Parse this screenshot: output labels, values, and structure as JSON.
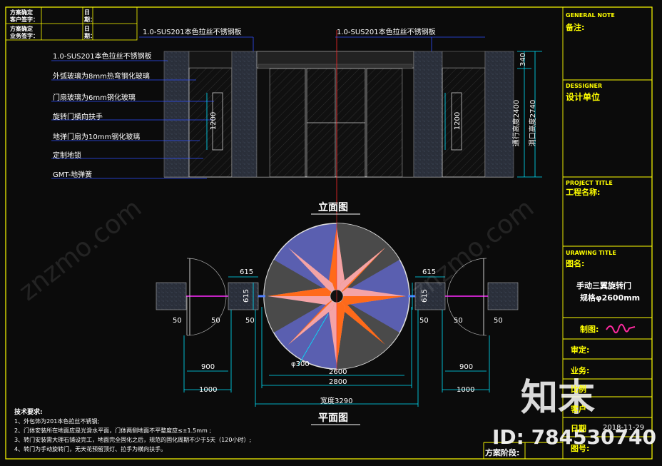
{
  "title_block": {
    "left_top": {
      "row1_label": "方案确定",
      "row1_mid": "日",
      "row2_label": "客户签字：",
      "row2_mid": "期：",
      "row3_label": "方案确定",
      "row3_mid": "日",
      "row4_label": "业务签字：",
      "row4_mid": "期："
    },
    "right": {
      "general_note_en": "GENERAL NOTE",
      "general_note_cn": "备注:",
      "designer_en": "DESSIGNER",
      "designer_cn": "设计单位",
      "project_en": "PROJECT TITLE",
      "project_cn": "工程名称:",
      "drawing_en": "URAWING TITLE",
      "drawing_cn": "图名:",
      "drawing_name_1": "手动三翼旋转门",
      "drawing_name_2": "规格φ2600mm",
      "drawn_label": "制图:",
      "review_label": "审定:",
      "business_label": "业务:",
      "scale_label": "比例",
      "client_label": "客户",
      "date_label": "日期",
      "date_value": "2018-11-29",
      "sheet_label": "图号:",
      "stage_label": "方案阶段:"
    }
  },
  "elevation": {
    "callouts_top": [
      "1.0-SUS201本色拉丝不锈钢板",
      "1.0-SUS201本色拉丝不锈钢板"
    ],
    "callouts_left": [
      "1.0-SUS201本色拉丝不锈钢板",
      "外弧玻璃为8mm热弯钢化玻璃",
      "门扇玻璃为6mm钢化玻璃",
      "旋转门横向扶手",
      "地弹门扇为10mm钢化玻璃",
      "定制地锁",
      "GMT-地弹簧"
    ],
    "dims": {
      "top": "340",
      "pass_height": "通行高度2400",
      "opening_height": "洞口高度2740",
      "handle_left": "1200",
      "handle_right": "1200"
    },
    "caption": "立面图"
  },
  "plan": {
    "caption": "平面图",
    "dims": {
      "left_615_h": "615",
      "left_615_v": "615",
      "right_615_h": "615",
      "right_615_v": "615",
      "left_50a": "50",
      "left_50b": "50",
      "left_50c": "50",
      "right_50a": "50",
      "right_50b": "50",
      "right_50c": "50",
      "left_900": "900",
      "left_1000": "1000",
      "right_900": "900",
      "right_1000": "1000",
      "center_300": "φ300",
      "inner_2600": "2600",
      "outer_2800": "2800",
      "total_width": "宽度3290"
    }
  },
  "tech_notes": {
    "heading": "技术要求:",
    "items": [
      "1、外包饰为201本色拉丝不锈钢;",
      "2、门体安装所在地面应是光滑水平面，门体两侧地面不平整度应≤±1.5mm ;",
      "3、转门安装需大理石铺设完工，地面完全固化之后，规范的固化周期不少于5天（120小时）;",
      "4、转门为手动旋转门，无天花预留顶灯、拉手为横向扶手。"
    ]
  },
  "watermark": {
    "brand": "知末",
    "id_text": "ID: 784530740"
  },
  "colors": {
    "background": "#0b0b0b",
    "frame": "#ffff00",
    "dim_line": "#00e5ff",
    "star_orange": "#ff6a1a",
    "star_pink": "#f4a3a6",
    "blue_sector": "#5a5fb0",
    "dark_sector": "#4a4a4a",
    "signature": "#ff2aa0"
  }
}
